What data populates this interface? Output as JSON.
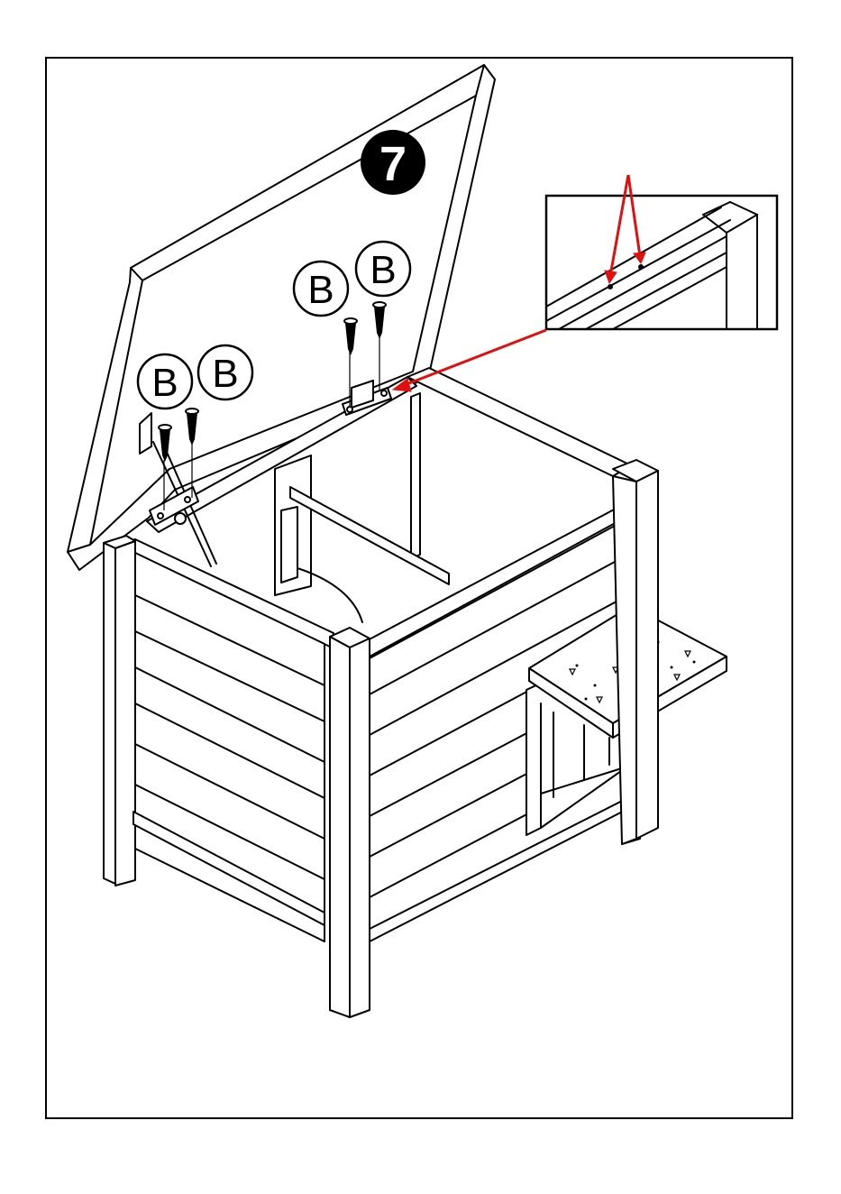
{
  "step": {
    "number": "7",
    "badge_color": "#000000",
    "text_color": "#ffffff"
  },
  "part_labels": {
    "lid_left": [
      "B",
      "B"
    ],
    "lid_right": [
      "B",
      "B"
    ]
  },
  "arrow_color": "#e01010"
}
